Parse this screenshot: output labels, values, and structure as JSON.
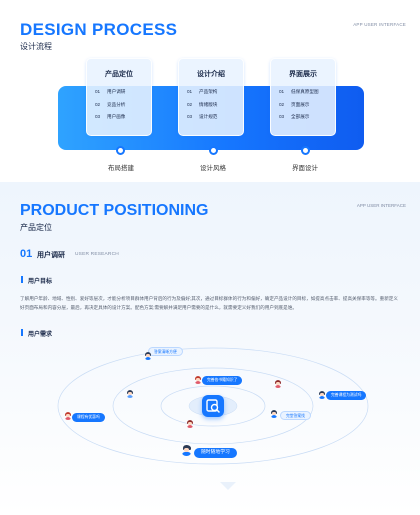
{
  "process": {
    "title": "DESIGN PROCESS",
    "subtitle": "设计流程",
    "tag": "APP USER INTERFACE",
    "cards": [
      {
        "title": "产品定位",
        "items": [
          {
            "num": "01",
            "label": "用户调研"
          },
          {
            "num": "02",
            "label": "竞品分析"
          },
          {
            "num": "03",
            "label": "用户画像"
          }
        ],
        "step": "布局搭建"
      },
      {
        "title": "设计介绍",
        "items": [
          {
            "num": "01",
            "label": "产品架构"
          },
          {
            "num": "02",
            "label": "情绪版块"
          },
          {
            "num": "03",
            "label": "设计规范"
          }
        ],
        "step": "设计风格"
      },
      {
        "title": "界面展示",
        "items": [
          {
            "num": "01",
            "label": "低保真原型图"
          },
          {
            "num": "02",
            "label": "页面展示"
          },
          {
            "num": "03",
            "label": "全部展示"
          }
        ],
        "step": "界面设计"
      }
    ]
  },
  "positioning": {
    "title": "PRODUCT POSITIONING",
    "subtitle": "产品定位",
    "tag": "APP USER INTERFACE",
    "section_num": "01",
    "section_title": "用户调研",
    "section_en": "USER RESEARCH",
    "goal_heading": "用户目标",
    "goal_text": "了解用户年龄、地域、性别、爱好等层次，才能分析项目群体用户背后的行为及偏好;其次，通过目标群体的行为和偏好，确定产品设计的目标，如提高点击率、提高关保率等等。重新定义好页面布局和内容分层，最后，再决定具体的设计方案。配色方案;需要解并满足用户需要的是什么，就需要定义好我们的用户到底是谁。",
    "need_heading": "用户需求",
    "needs": [
      "答案清晰方便",
      "完善各书籍知识了",
      "完善课程为测试吗",
      "课程有优惠吗",
      "完堂答案找",
      "随时随地学习"
    ]
  },
  "colors": {
    "accent": "#1677ff",
    "dark_text": "#1b2a4a",
    "band_light": "#2fa3ff"
  },
  "icons": {
    "center": "search-book-icon"
  }
}
